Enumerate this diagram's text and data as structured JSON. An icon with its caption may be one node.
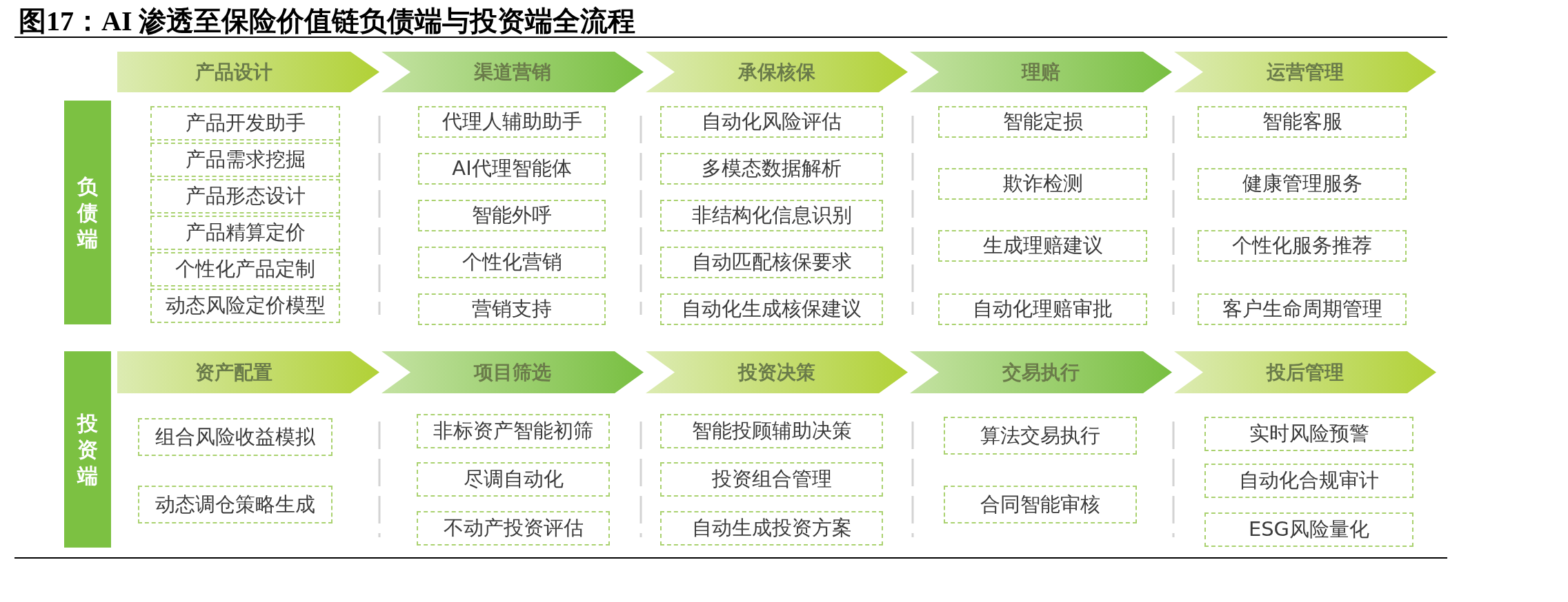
{
  "diagram": {
    "title": "图17：AI 渗透至保险价值链负债端与投资端全流程",
    "nodes": [
      {
        "text": [
          "产品设计"
        ]
      },
      {
        "text": [
          "渠道营销"
        ]
      },
      {
        "text": [
          "承保核保"
        ]
      },
      {
        "text": [
          "理赔"
        ]
      },
      {
        "text": [
          "运营管理"
        ]
      },
      {
        "text": [
          "负债端"
        ]
      },
      {
        "text": [
          "产品开发助手"
        ]
      },
      {
        "text": [
          "产品需求挖掘"
        ]
      },
      {
        "text": [
          "产品形态设计"
        ]
      },
      {
        "text": [
          "产品精算定价"
        ]
      },
      {
        "text": [
          "个性化产品定制"
        ]
      },
      {
        "text": [
          "动态风险定价模型"
        ]
      },
      {
        "text": [
          "代理人辅助助手"
        ]
      },
      {
        "text": [
          "AI代理智能体"
        ]
      },
      {
        "text": [
          "智能外呼"
        ]
      },
      {
        "text": [
          "个性化营销"
        ]
      },
      {
        "text": [
          "营销支持"
        ]
      },
      {
        "text": [
          "自动化风险评估"
        ]
      },
      {
        "text": [
          "多模态数据解析"
        ]
      },
      {
        "text": [
          "非结构化信息识别"
        ]
      },
      {
        "text": [
          "自动匹配核保要求"
        ]
      },
      {
        "text": [
          "自动化生成核保建议"
        ]
      },
      {
        "text": [
          "智能定损"
        ]
      },
      {
        "text": [
          "欺诈检测"
        ]
      },
      {
        "text": [
          "生成理赔建议"
        ]
      },
      {
        "text": [
          "自动化理赔审批"
        ]
      },
      {
        "text": [
          "智能客服"
        ]
      },
      {
        "text": [
          "健康管理服务"
        ]
      },
      {
        "text": [
          "个性化服务推荐"
        ]
      },
      {
        "text": [
          "客户生命周期管理"
        ]
      },
      {
        "text": [
          "资产配置"
        ]
      },
      {
        "text": [
          "项目筛选"
        ]
      },
      {
        "text": [
          "投资决策"
        ]
      },
      {
        "text": [
          "交易执行"
        ]
      },
      {
        "text": [
          "投后管理"
        ]
      },
      {
        "text": [
          "投资端"
        ]
      },
      {
        "text": [
          "组合风险收益模拟"
        ]
      },
      {
        "text": [
          "动态调仓策略生成"
        ]
      },
      {
        "text": [
          "非标资产智能初筛"
        ]
      },
      {
        "text": [
          "尽调自动化"
        ]
      },
      {
        "text": [
          "不动产投资评估"
        ]
      },
      {
        "text": [
          "智能投顾辅助决策"
        ]
      },
      {
        "text": [
          "投资组合管理"
        ]
      },
      {
        "text": [
          "自动生成投资方案"
        ]
      },
      {
        "text": [
          "算法交易执行"
        ]
      },
      {
        "text": [
          "合同智能审核"
        ]
      },
      {
        "text": [
          "实时风险预警"
        ]
      },
      {
        "text": [
          "自动化合规审计"
        ]
      },
      {
        "text": [
          "ESG风险量化"
        ]
      }
    ]
  }
}
